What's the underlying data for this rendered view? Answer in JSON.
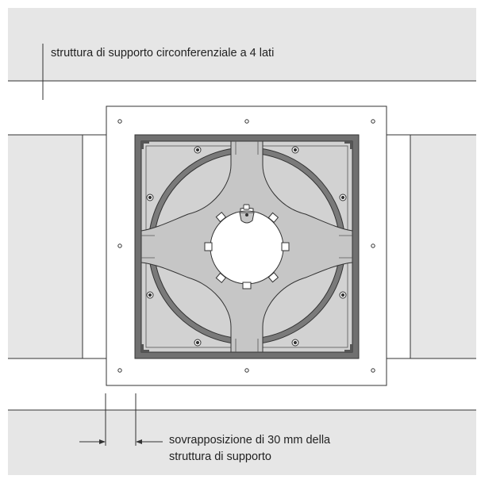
{
  "labels": {
    "support_structure": "struttura di supporto circonferenziale a 4 lati",
    "overlap_line1": "sovrapposizione di 30 mm della",
    "overlap_line2": "struttura di supporto"
  },
  "colors": {
    "beam_fill": "#e6e6e6",
    "line": "#333333",
    "frame_dark": "#707070",
    "plate_grey": "#d2d2d2",
    "ring_dark": "#7a7a7a",
    "cross_grey": "#c6c6c6",
    "paper": "#ffffff"
  }
}
